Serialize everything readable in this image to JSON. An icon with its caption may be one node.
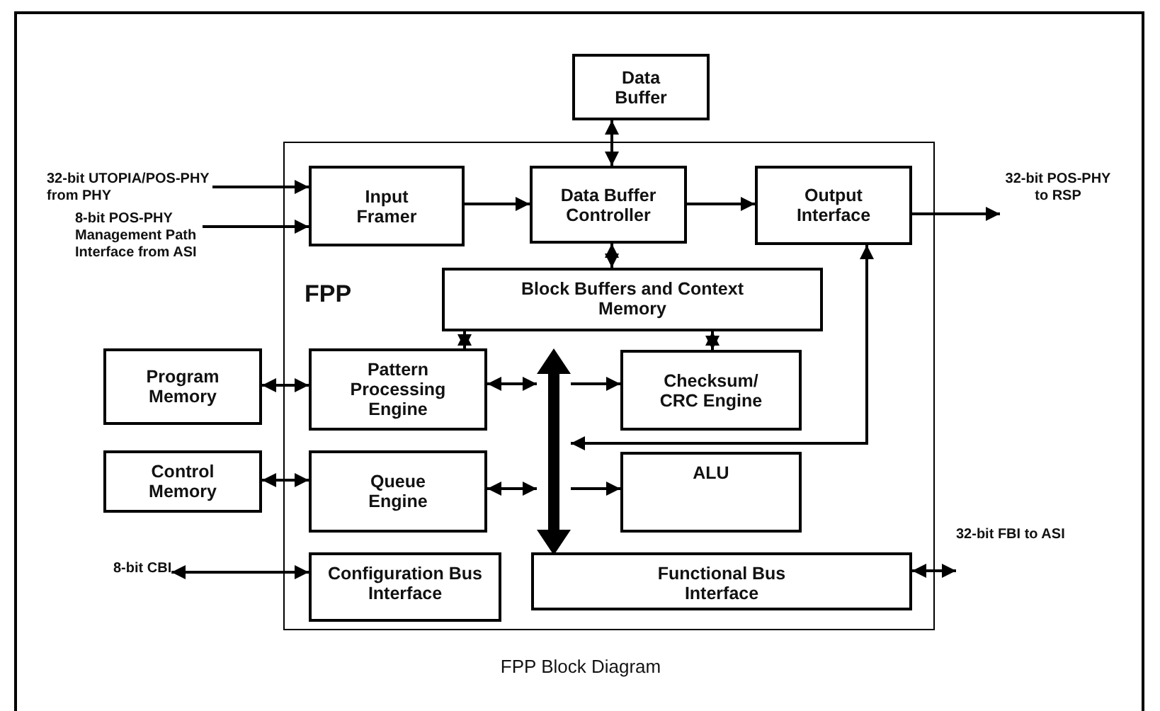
{
  "diagram": {
    "caption": "FPP Block Diagram",
    "nodes": [
      {
        "text": [
          "Data Buffer"
        ]
      },
      {
        "text": [
          "32-bit UTOPIA/POS-PHY from PHY"
        ]
      },
      {
        "text": [
          "8-bit POS-PHY Management Path Interface from ASI"
        ]
      },
      {
        "text": [
          "FPP"
        ]
      },
      {
        "text": [
          "Input Framer"
        ],
        "in": 3
      },
      {
        "text": [
          "Data Buffer Controller"
        ],
        "in": 3
      },
      {
        "text": [
          "Output Interface"
        ],
        "in": 3
      },
      {
        "text": [
          "32-bit POS-PHY to RSP"
        ]
      },
      {
        "text": [
          "Block Buffers and Context Memory"
        ],
        "in": 3
      },
      {
        "text": [
          "Program Memory"
        ]
      },
      {
        "text": [
          "Pattern Processing Engine"
        ],
        "in": 3
      },
      {
        "text": [],
        "shape": "bar",
        "in": 3
      },
      {
        "text": [
          "Checksum/ CRC Engine"
        ],
        "in": 3
      },
      {
        "text": [
          "Control Memory"
        ]
      },
      {
        "text": [
          "Queue Engine"
        ],
        "in": 3
      },
      {
        "text": [
          "ALU"
        ],
        "in": 3
      },
      {
        "text": [
          "8-bit CBI"
        ]
      },
      {
        "text": [
          "Configuration Bus Interface"
        ],
        "in": 3
      },
      {
        "text": [
          "Functional Bus Interface"
        ],
        "in": 3
      },
      {
        "text": [
          "32-bit FBI to ASI"
        ]
      }
    ],
    "edges": [
      {
        "from": 0,
        "to": 5,
        "arrow": "both"
      },
      {
        "from": 1,
        "to": 4,
        "arrow": "to"
      },
      {
        "from": 2,
        "to": 4,
        "arrow": "to"
      },
      {
        "from": 4,
        "to": 5,
        "arrow": "to"
      },
      {
        "from": 5,
        "to": 6,
        "arrow": "to"
      },
      {
        "from": 6,
        "to": 7,
        "arrow": "to"
      },
      {
        "from": 5,
        "to": 8,
        "arrow": "both"
      },
      {
        "from": 8,
        "to": 10,
        "arrow": "both"
      },
      {
        "from": 8,
        "to": 12,
        "arrow": "both"
      },
      {
        "from": 9,
        "to": 10,
        "arrow": "both"
      },
      {
        "from": 11,
        "to": 10,
        "arrow": "both"
      },
      {
        "from": 11,
        "to": 12,
        "arrow": "to"
      },
      {
        "from": 11,
        "to": 6,
        "arrow": "both"
      },
      {
        "from": 13,
        "to": 14,
        "arrow": "both"
      },
      {
        "from": 11,
        "to": 14,
        "arrow": "both"
      },
      {
        "from": 11,
        "to": 15,
        "arrow": "to"
      },
      {
        "from": 16,
        "to": 17,
        "arrow": "both"
      },
      {
        "from": 18,
        "to": 19,
        "arrow": "both"
      }
    ]
  }
}
